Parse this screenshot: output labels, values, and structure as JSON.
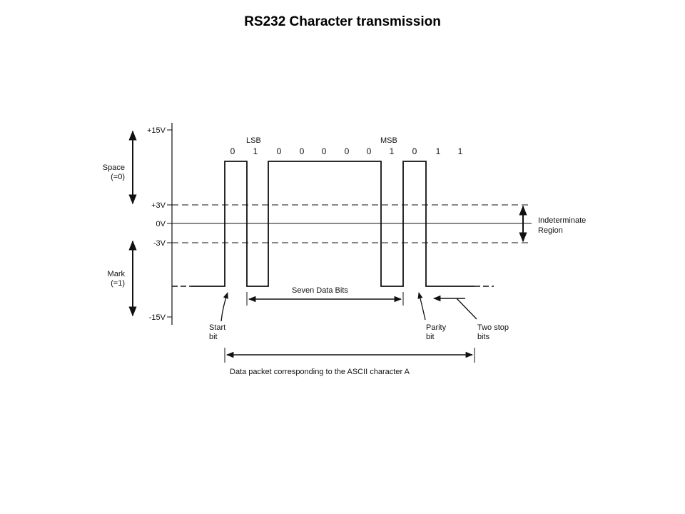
{
  "title": "RS232 Character transmission",
  "voltage_labels": {
    "p15": "+15V",
    "p3": "+3V",
    "zero": "0V",
    "m3": "-3V",
    "m15": "-15V"
  },
  "space_label": {
    "line1": "Space",
    "line2": "(=0)"
  },
  "mark_label": {
    "line1": "Mark",
    "line2": "(=1)"
  },
  "indeterminate_label": {
    "line1": "Indeterminate",
    "line2": "Region"
  },
  "lsb_label": "LSB",
  "msb_label": "MSB",
  "bits": [
    "0",
    "1",
    "0",
    "0",
    "0",
    "0",
    "0",
    "1",
    "0",
    "1",
    "1"
  ],
  "seven_data_bits_label": "Seven Data Bits",
  "start_bit_label": {
    "line1": "Start",
    "line2": "bit"
  },
  "parity_bit_label": {
    "line1": "Parity",
    "line2": "bit"
  },
  "stop_bits_label": {
    "line1": "Two stop",
    "line2": "bits"
  },
  "packet_label": "Data packet corresponding to the ASCII character A"
}
